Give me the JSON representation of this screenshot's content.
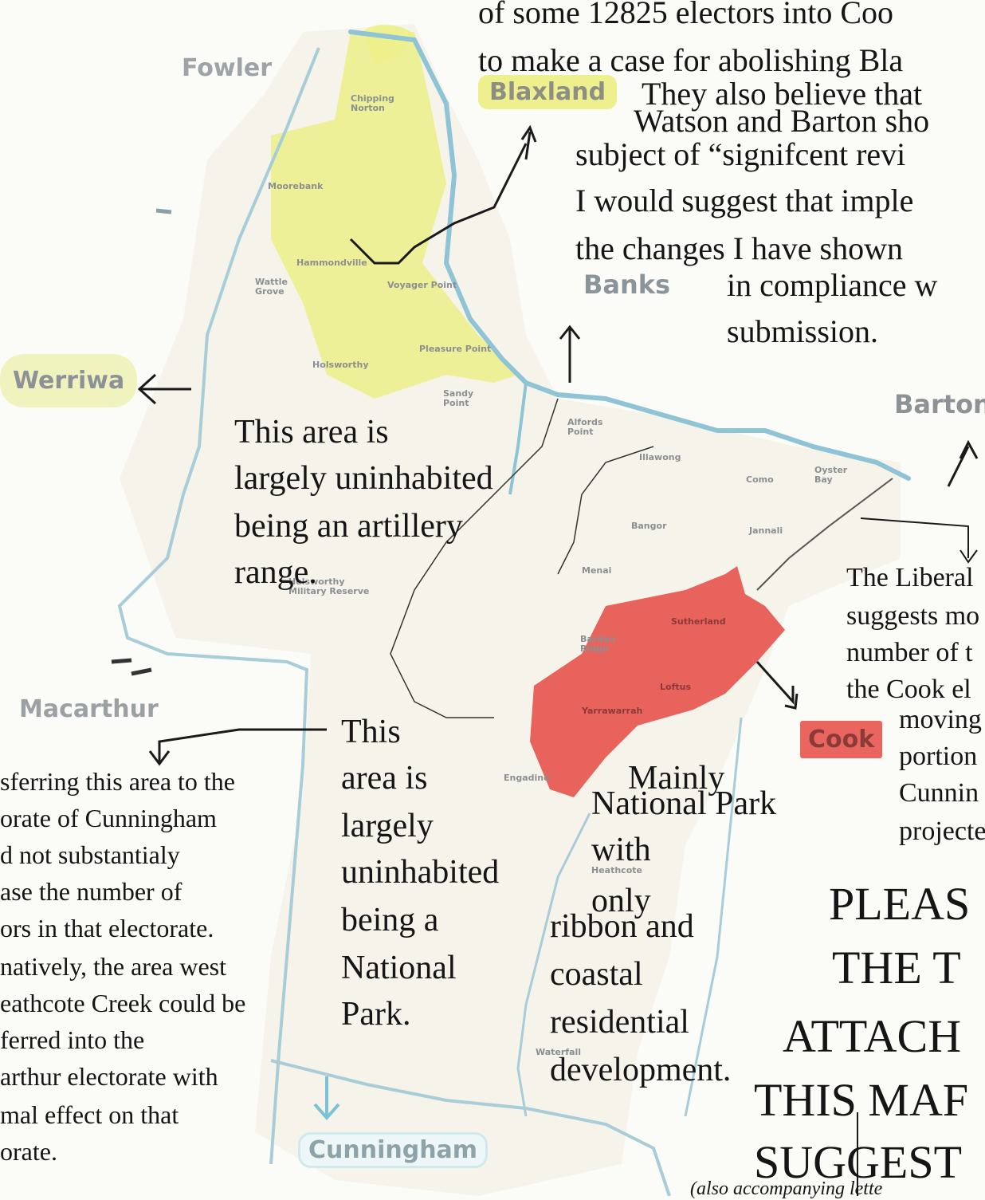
{
  "electorates": {
    "fowler": "Fowler",
    "blaxland": "Blaxland",
    "banks": "Banks",
    "werriwa": "Werriwa",
    "barton": "Barton",
    "macarthur": "Macarthur",
    "cook": "Cook",
    "cunningham": "Cunningham"
  },
  "suburbs": {
    "chipping_norton": "Chipping Norton",
    "moorebank": "Moorebank",
    "hammondville": "Hammondville",
    "wattle_grove": "Wattle Grove",
    "voyager_point": "Voyager Point",
    "holsworthy": "Holsworthy",
    "pleasure_point": "Pleasure Point",
    "sandy_point": "Sandy Point",
    "alfords_point": "Alfords Point",
    "illawong": "Illawong",
    "como": "Como",
    "oyster_bay": "Oyster Bay",
    "bangor": "Bangor",
    "jannali": "Jannali",
    "menai": "Menai",
    "holsworthy_military_reserve": "Holsworthy Military Reserve",
    "sutherland": "Sutherland",
    "barden_ridge": "Barden Ridge",
    "loftus": "Loftus",
    "yarrawarrah": "Yarrawarrah",
    "engadine": "Engadine",
    "heathcote": "Heathcote",
    "waterfall": "Waterfall"
  },
  "notes": {
    "top_1": "of some 12825 electors into Coo",
    "top_2": "to make a case for abolishing Bla",
    "top_3": "They also believe that",
    "top_4": "Watson and Barton sho",
    "top_5": "subject of “signifcent revi",
    "top_6": "I would suggest that imple",
    "top_7": "the changes I have shown",
    "top_8": "in compliance w",
    "top_9": "submission.",
    "artillery_1": "This area is",
    "artillery_2": "largely uninhabited",
    "artillery_3": "being an artillery",
    "artillery_4": "range.",
    "park_1": "This",
    "park_2": "area is",
    "park_3": "largely",
    "park_4": "uninhabited",
    "park_5": "being a",
    "park_6": "National",
    "park_7": "Park.",
    "mainly_1": "Mainly",
    "mainly_2": "National Park",
    "mainly_3": "with",
    "mainly_4": "only",
    "mainly_5": "ribbon and",
    "mainly_6": "coastal",
    "mainly_7": "residential",
    "mainly_8": "development.",
    "left_1": "sferring this area to the",
    "left_2": "orate of Cunningham",
    "left_3": "d not substantialy",
    "left_4": "ase the number of",
    "left_5": "ors in that electorate.",
    "left_6": "natively, the area west",
    "left_7": "eathcote Creek could be",
    "left_8": "ferred into the",
    "left_9": "arthur electorate with",
    "left_10": "mal effect on that",
    "left_11": "orate.",
    "right_1": "The Liberal",
    "right_2": "suggests mo",
    "right_3": "number of t",
    "right_4": "the Cook el",
    "right_5": "moving",
    "right_6": "portion",
    "right_7": "Cunnin",
    "right_8": "projecte",
    "big_1": "PLEAS",
    "big_2": "THE T",
    "big_3": "ATTACH",
    "big_4": "THIS MAF",
    "big_5": "SUGGEST",
    "bottom_1": "(also accompanying lette"
  },
  "colors": {
    "blaxland_highlight": "#eef08e",
    "cook_highlight": "#e8665f",
    "river": "#8fc3d6"
  }
}
